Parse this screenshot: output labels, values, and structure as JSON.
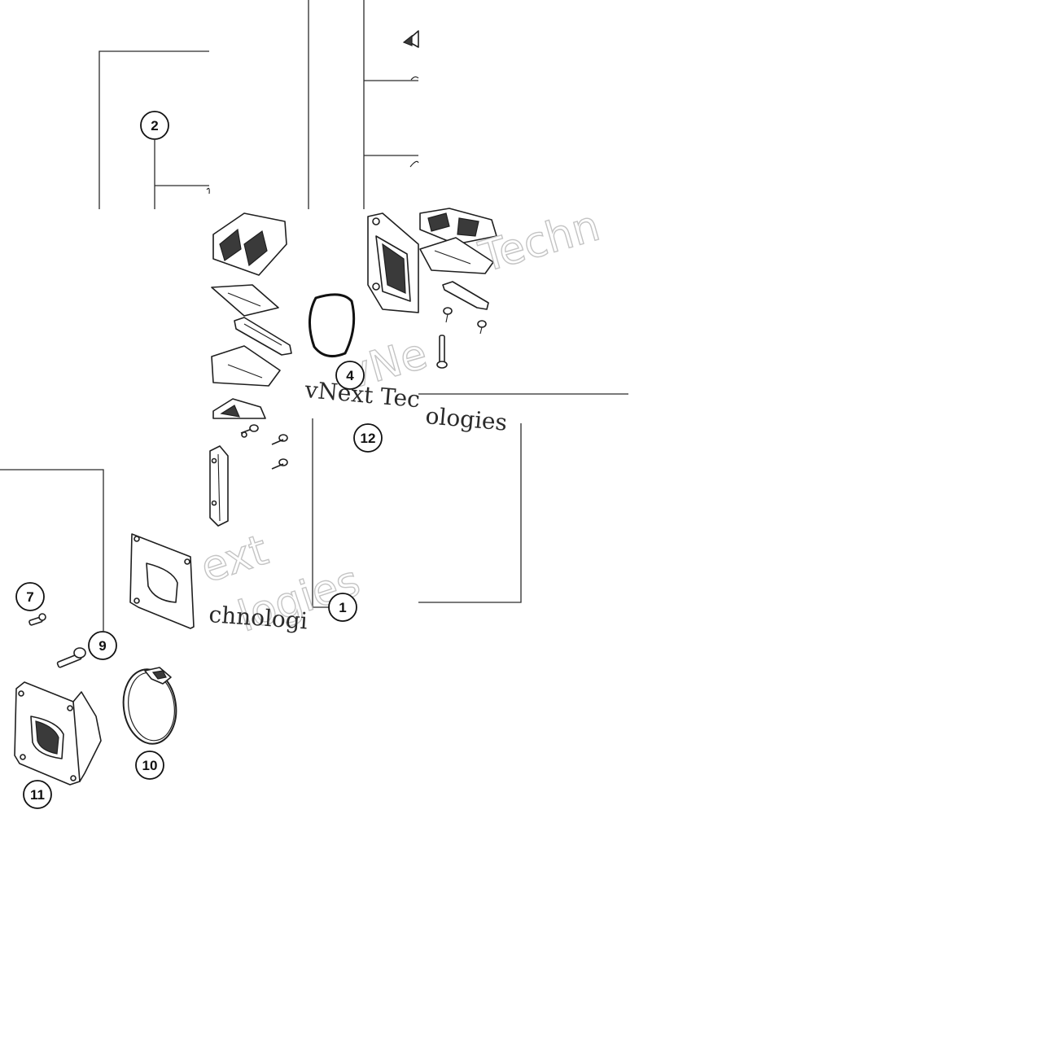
{
  "diagram": {
    "callouts": [
      "2",
      "4",
      "12",
      "7",
      "9",
      "1",
      "10",
      "11"
    ]
  },
  "watermarks": {
    "vendor_top_right": "Techn",
    "vendor_center_outline": "vNe",
    "vendor_center_serif": "vNext Tec",
    "vendor_center_serif_tail": "ologies",
    "vendor_left_outline": "ext",
    "vendor_left_outline_tail": "logies",
    "vendor_bottom_serif": "chnologi"
  }
}
